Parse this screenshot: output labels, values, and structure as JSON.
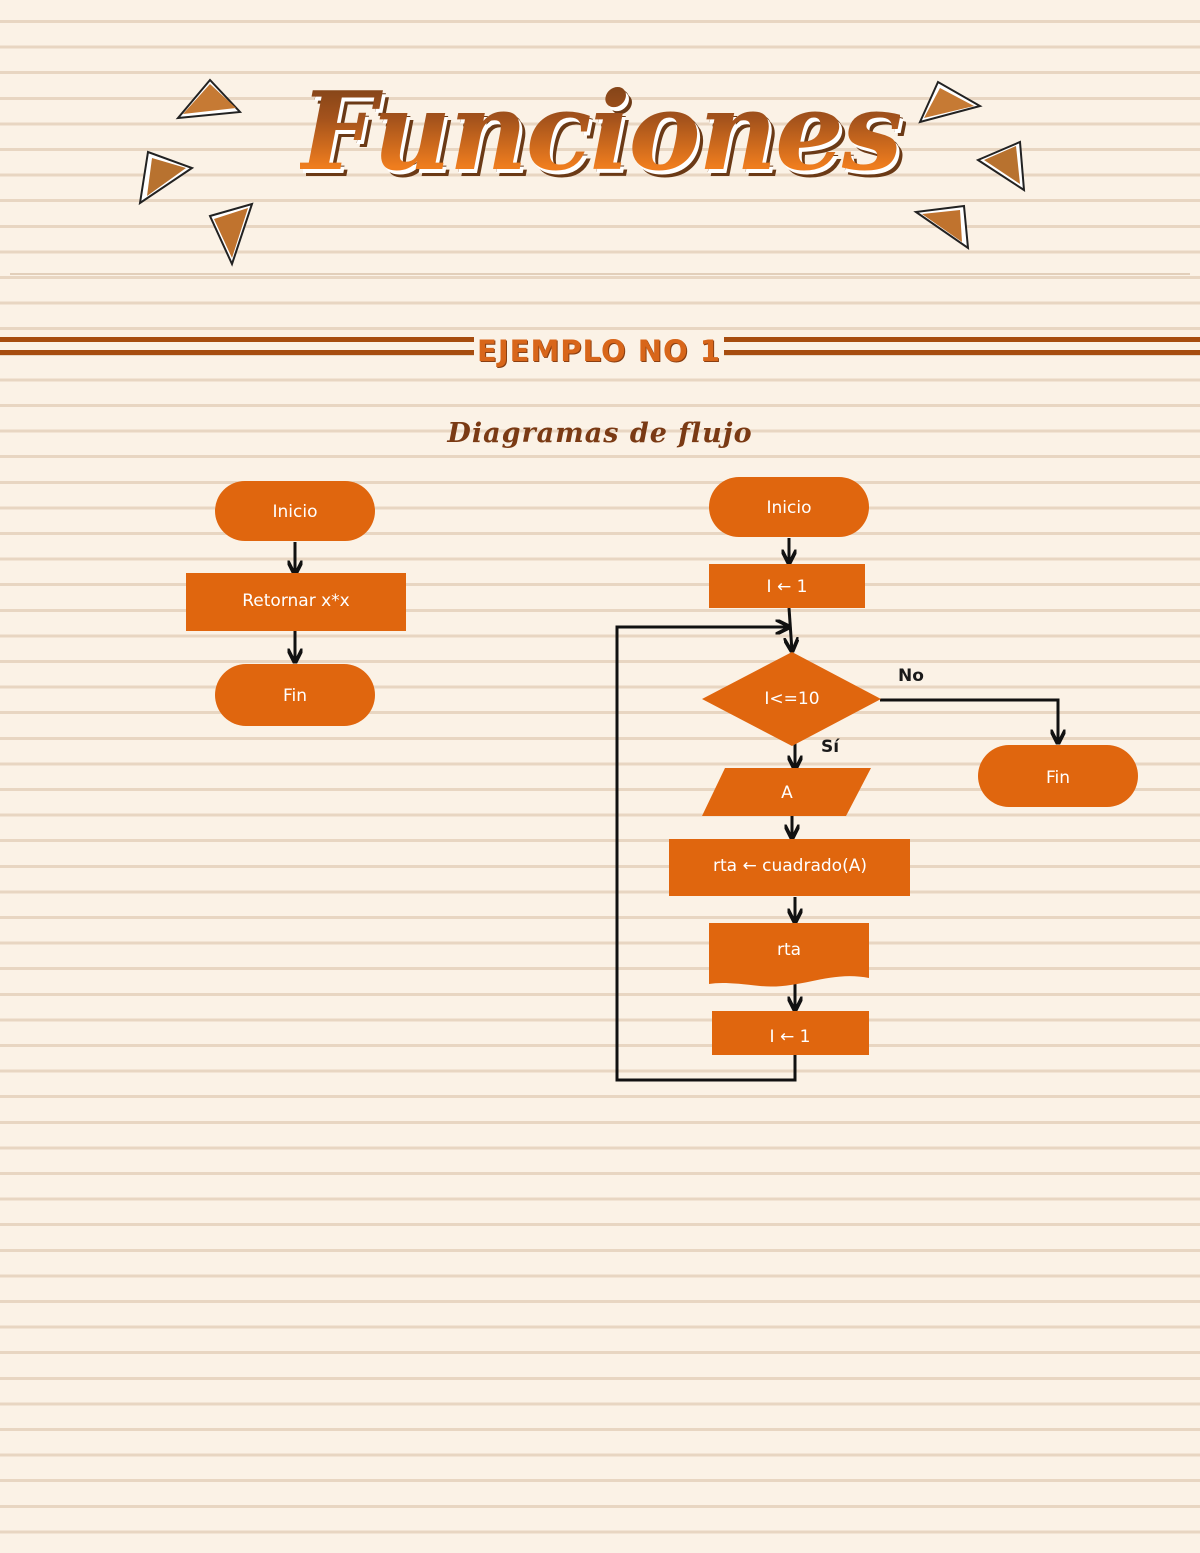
{
  "header": {
    "title": "Funciones",
    "section_label": "EJEMPLO NO 1",
    "subtitle": "Diagramas de flujo"
  },
  "colors": {
    "node_fill": "#e0660e",
    "line": "#111111",
    "band": "#a64d10",
    "background": "#fbf2e6"
  },
  "diagram_left": {
    "nodes": [
      {
        "id": "start",
        "shape": "terminator",
        "label": "Inicio"
      },
      {
        "id": "ret",
        "shape": "process",
        "label": "Retornar x*x"
      },
      {
        "id": "end",
        "shape": "terminator",
        "label": "Fin"
      }
    ],
    "edges": [
      {
        "from": "start",
        "to": "ret"
      },
      {
        "from": "ret",
        "to": "end"
      }
    ]
  },
  "diagram_right": {
    "nodes": [
      {
        "id": "start",
        "shape": "terminator",
        "label": "Inicio"
      },
      {
        "id": "init",
        "shape": "process",
        "label": "I ← 1"
      },
      {
        "id": "cond",
        "shape": "decision",
        "label": "I<=10"
      },
      {
        "id": "input",
        "shape": "data",
        "label": "A"
      },
      {
        "id": "calc",
        "shape": "process",
        "label": "rta ← cuadrado(A)"
      },
      {
        "id": "out",
        "shape": "document",
        "label": "rta"
      },
      {
        "id": "incr",
        "shape": "process",
        "label": "I ← 1"
      },
      {
        "id": "end",
        "shape": "terminator",
        "label": "Fin"
      }
    ],
    "edges": [
      {
        "from": "start",
        "to": "init"
      },
      {
        "from": "init",
        "to": "cond"
      },
      {
        "from": "cond",
        "to": "input",
        "label": "Sí"
      },
      {
        "from": "cond",
        "to": "end",
        "label": "No"
      },
      {
        "from": "input",
        "to": "calc"
      },
      {
        "from": "calc",
        "to": "out"
      },
      {
        "from": "out",
        "to": "incr"
      },
      {
        "from": "incr",
        "to": "cond"
      }
    ]
  }
}
